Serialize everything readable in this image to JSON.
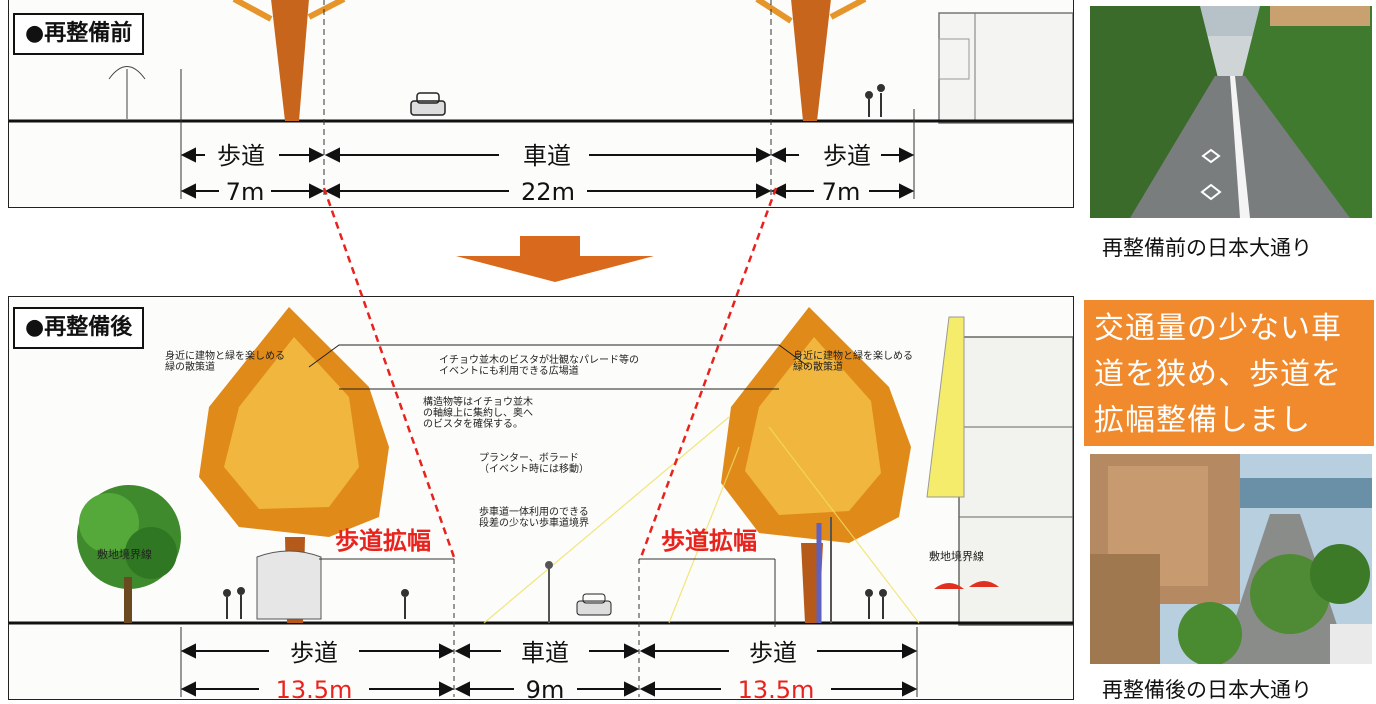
{
  "before": {
    "tag": "●再整備前",
    "sidewalk_left": "歩道",
    "roadway": "車道",
    "sidewalk_right": "歩道",
    "width_left": "7m",
    "width_road": "22m",
    "width_right": "7m"
  },
  "after": {
    "tag": "●再整備後",
    "sidewalk_left": "歩道",
    "roadway": "車道",
    "sidewalk_right": "歩道",
    "width_left": "13.5m",
    "width_road": "9m",
    "width_right": "13.5m",
    "widen_left": "歩道拡幅",
    "widen_right": "歩道拡幅",
    "note_left_path": "身近に建物と緑を楽しめる\n緑の散策道",
    "note_center_plaza": "イチョウ並木のビスタが壮観なパレード等の\nイベントにも利用できる広場道",
    "note_right_path": "身近に建物と緑を楽しめる\n緑の散策道",
    "note_structures": "構造物等はイチョウ並木\nの軸線上に集約し、奥へ\nのビスタを確保する。",
    "note_planter": "プランター、ボラード\n（イベント時には移動）",
    "note_boundary": "歩車道一体利用のできる\n段差の少ない歩車道境界",
    "boundary_left": "敷地境界線",
    "boundary_right": "敷地境界線"
  },
  "side": {
    "caption_before": "再整備前の日本大通り",
    "message": "交通量の少ない車道を狭め、歩道を拡幅整備しました。",
    "caption_after": "再整備後の日本大通り"
  },
  "colors": {
    "accent_orange": "#f08a2c",
    "arrow_orange": "#d9691c",
    "widen_red": "#e8231e",
    "ginkgo_dark": "#e08a1a",
    "ginkgo_light": "#f7c44a"
  }
}
